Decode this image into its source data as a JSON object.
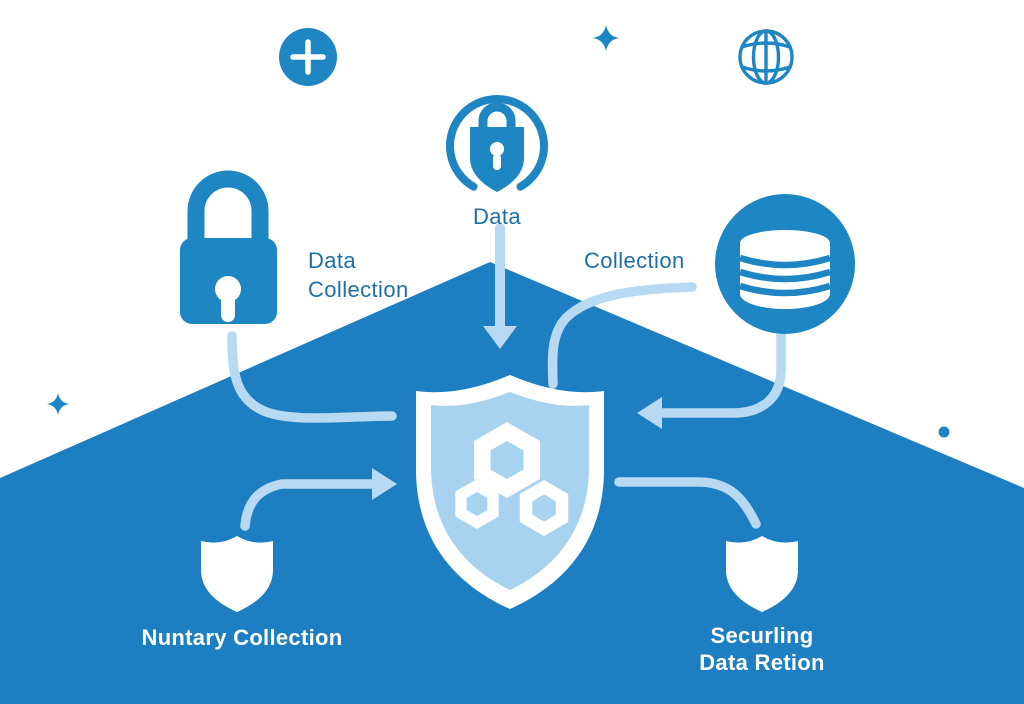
{
  "colors": {
    "primary": "#1e86c3",
    "triangle": "#1d7fc1",
    "arrow": "#b7d9f1",
    "shield_inner": "#a8d3f0",
    "label_blue": "#1d6fa4",
    "label_white": "#ffffff"
  },
  "labels": {
    "data": "Data",
    "data_collection": "Data\nCollection",
    "collection": "Collection",
    "bottom_left": "Nuntary Collection",
    "bottom_right": "Securling\nData Retion"
  },
  "icons": {
    "top_left": "plus-circle-icon",
    "top_center": "lock-in-circle-icon",
    "top_right": "globe-icon",
    "left": "padlock-icon",
    "right": "database-icon",
    "center": "shield-hexagons-icon",
    "bottom_left": "small-shield-icon",
    "bottom_right": "small-shield-icon",
    "decorations": [
      "sparkle-icon",
      "sparkle-icon",
      "dot-icon"
    ]
  }
}
